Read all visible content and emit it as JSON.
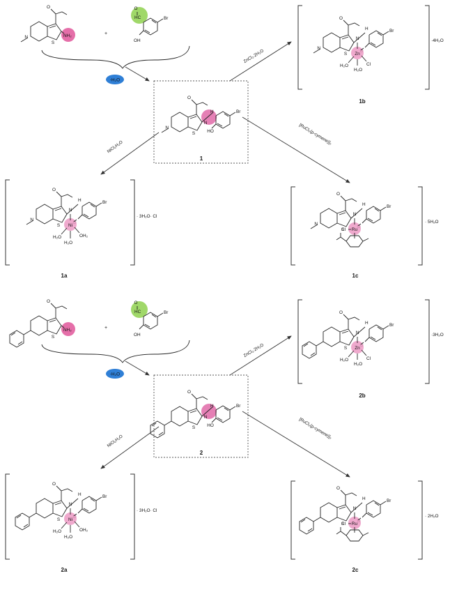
{
  "colors": {
    "amine_highlight": "#e0569a",
    "aldehyde_highlight": "#8fd14f",
    "water_badge": "#2f7fd6",
    "metal_highlight": "#ec9ac4",
    "imine_highlight": "#e06aa8"
  },
  "labels": {
    "nh2": "NH₂",
    "hc": "HC",
    "o": "O",
    "oh": "OH",
    "ho": "HO",
    "br": "Br",
    "s": "S",
    "n": "N",
    "h": "H",
    "zn": "Zn",
    "ni": "Ni",
    "ru": "Ru",
    "cl": "Cl",
    "h2o": "H₂O",
    "oh2": "OH₂",
    "plus": "+"
  },
  "schemes": [
    {
      "water_loss": "-H₂O",
      "ligand_id": "1",
      "cond_zn": "ZnCl₂.2H₂O",
      "cond_ni": "NiCl₂H₂O",
      "cond_ru": "[RuCl₂(p-cymene)]₂",
      "suffix_b": "·4H₂O",
      "suffix_a": "· 3H₂O· Cl",
      "suffix_c": "· 5H₂O",
      "id_a": "1a",
      "id_b": "1b",
      "id_c": "1c"
    },
    {
      "water_loss": "-H₂O",
      "ligand_id": "2",
      "cond_zn": "ZnCl₂.2H₂O",
      "cond_ni": "NiCl₂H₂O",
      "cond_ru": "[RuCl₂(p-cymene)]₂",
      "suffix_b": "·3H₂O",
      "suffix_a": "· 3H₂O· Cl",
      "suffix_c": "· 2H₂O",
      "id_a": "2a",
      "id_b": "2b",
      "id_c": "2c"
    }
  ]
}
